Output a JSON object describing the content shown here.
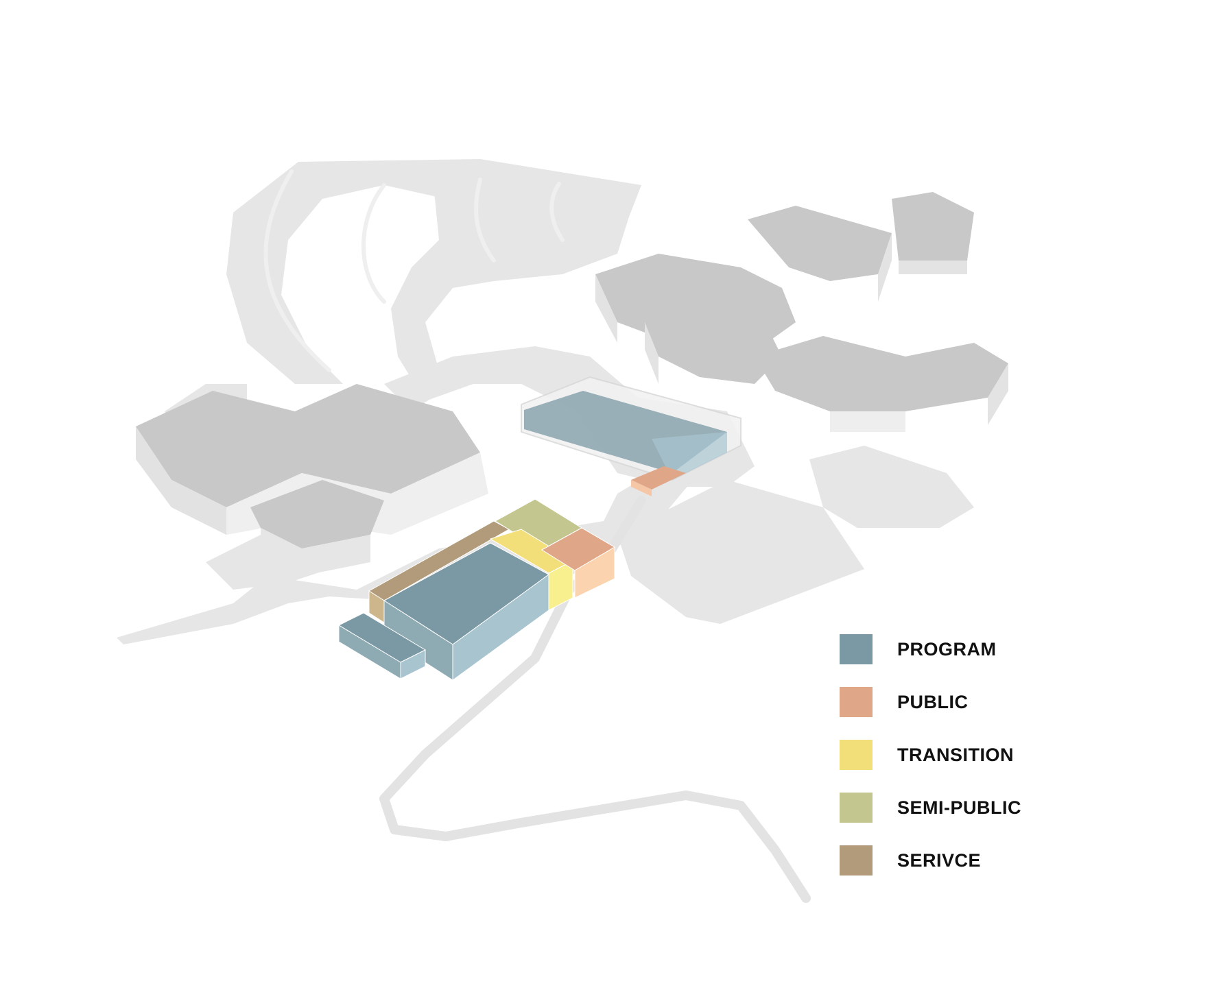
{
  "colors": {
    "program": "#7b99a4",
    "public": "#e0a688",
    "transition": "#f3df7a",
    "semi_public": "#c4c68f",
    "service": "#b19b7b",
    "context_roof": "#c9c9c9",
    "context_side": "#e1e1e1",
    "ground": "#e6e6e6"
  },
  "legend": {
    "items": [
      {
        "key": "program",
        "label": "PROGRAM",
        "color": "#7b99a4"
      },
      {
        "key": "public",
        "label": "PUBLIC",
        "color": "#e0a688"
      },
      {
        "key": "transition",
        "label": "TRANSITION",
        "color": "#f3df7a"
      },
      {
        "key": "semi_public",
        "label": "SEMI-PUBLIC",
        "color": "#c4c68f"
      },
      {
        "key": "service",
        "label": "SERIVCE",
        "color": "#b19b7b"
      }
    ]
  }
}
